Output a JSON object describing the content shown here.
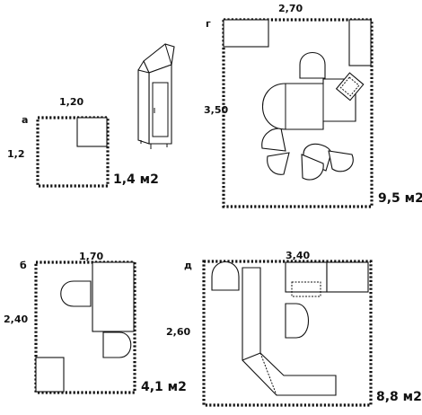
{
  "plans": {
    "a": {
      "letter": "а",
      "width": "1,20",
      "height": "1,2",
      "area": "1,4 м2"
    },
    "b": {
      "letter": "б",
      "width": "1,70",
      "height": "2,40",
      "area": "4,1 м2"
    },
    "g": {
      "letter": "г",
      "width": "2,70",
      "height": "3,50",
      "area": "9,5 м2"
    },
    "d": {
      "letter": "д",
      "width": "3,40",
      "height": "2,60",
      "area": "8,8 м2"
    }
  }
}
